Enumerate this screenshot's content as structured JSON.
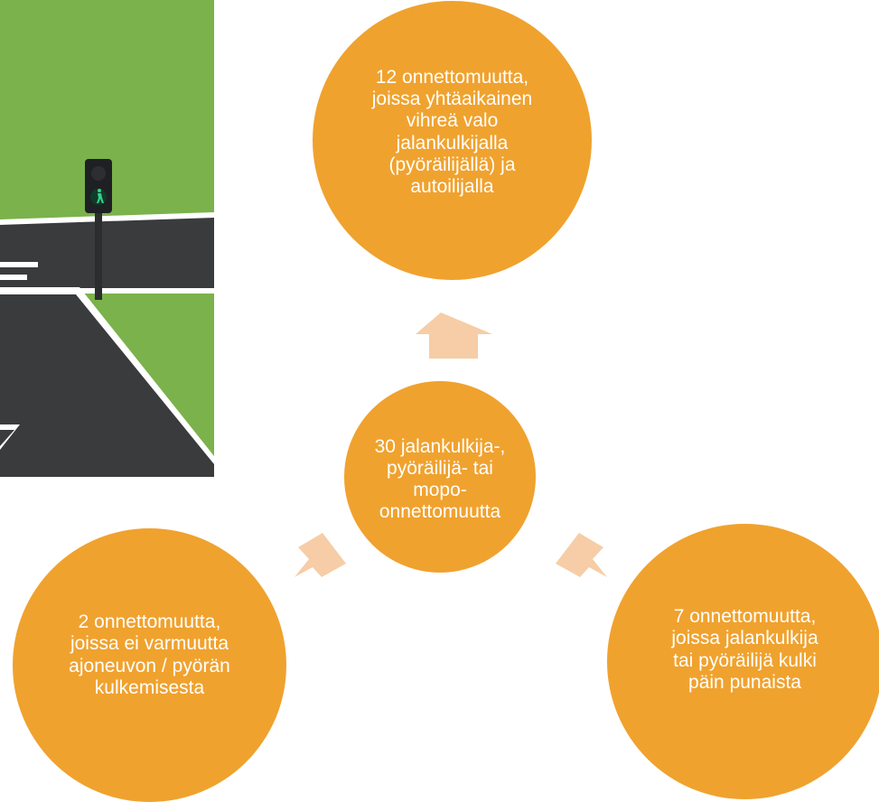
{
  "colors": {
    "circle_fill": "#F0A22E",
    "arrow_fill": "#F6CDA6",
    "text": "#FFFFFF",
    "grass": "#7BB24B",
    "road": "#3A3B3D",
    "road_edge": "#FFFFFF",
    "signal_light": "#35D08A"
  },
  "illustration": {
    "icon": "pedestrian-traffic-light-crossing",
    "signal_state": "green-walk"
  },
  "diagram": {
    "center": "30 jalankulkija-,\npyöräilijä- tai\nmopo-\nonnettomuutta",
    "top": "12 onnettomuutta,\njoissa yhtäaikainen\nvihreä valo\njalankulkijalla\n(pyöräilijällä) ja\nautoilijalla",
    "left": "2 onnettomuutta,\njoissa ei varmuutta\najoneuvon / pyörän\nkulkemisesta",
    "right": "7 onnettomuutta,\njoissa jalankulkija\ntai pyöräilijä kulki\npäin punaista"
  }
}
